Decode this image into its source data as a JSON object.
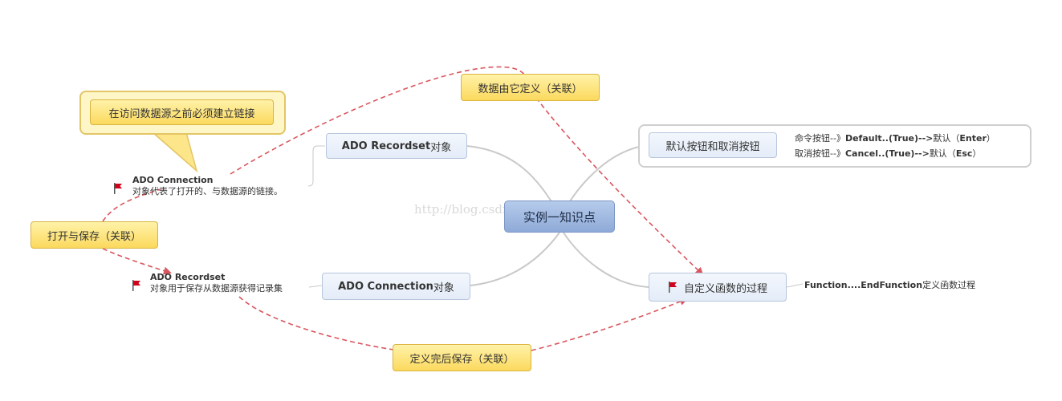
{
  "watermark": "http://blog.csdn.net/u013282984",
  "central": {
    "label": "实例一知识点"
  },
  "branches": {
    "recordset_object": {
      "prefix": "ADO  Recordset",
      "suffix": " 对象"
    },
    "connection_object": {
      "prefix": "ADO  Connection",
      "suffix": " 对象"
    },
    "default_cancel": {
      "label": "默认按钮和取消按钮"
    },
    "custom_function": {
      "label": "自定义函数的过程"
    }
  },
  "leaves": {
    "default_cmd": {
      "prefix": "命令按钮--》",
      "code": "Default..(True)-->",
      "tail": "默认（",
      "key": "Enter",
      "end": "）"
    },
    "cancel_cmd": {
      "prefix": "取消按钮--》",
      "code": "Cancel..(True)-->",
      "tail": "默认（",
      "key": "Esc",
      "end": "）"
    },
    "function_leaf": {
      "code": "Function....EndFunction",
      "tail": "定义函数过程"
    }
  },
  "notes": {
    "connection_note": {
      "title": "ADO  Connection",
      "text": "对象代表了打开的、与数据源的链接。"
    },
    "recordset_note": {
      "title": "ADO Recordset",
      "text": "对象用于保存从数据源获得记录集"
    }
  },
  "callout": {
    "label": "在访问数据源之前必须建立链接"
  },
  "relations": {
    "data_defined": {
      "label": "数据由它定义（关联）"
    },
    "open_save": {
      "label": "打开与保存（关联）"
    },
    "save_after": {
      "label": "定义完后保存（关联）"
    }
  },
  "colors": {
    "relation_line": "#d9565e",
    "branch_line": "#c9c9c9",
    "flag": "#d0021b"
  }
}
